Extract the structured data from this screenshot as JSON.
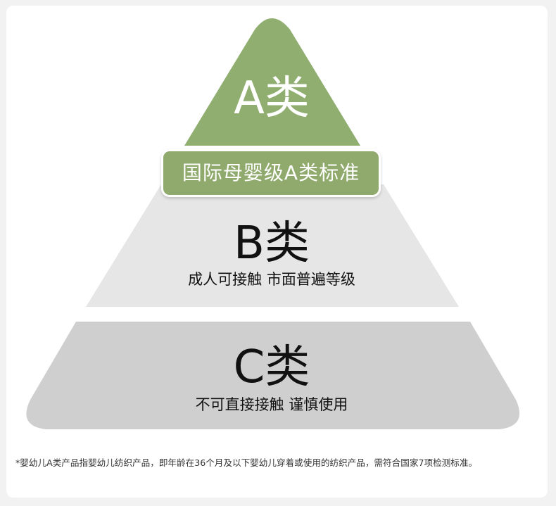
{
  "colors": {
    "tier_a": "#8fae6f",
    "tier_b": "#e6e6e6",
    "tier_c": "#cfcfcf",
    "badge": "#8faa6c"
  },
  "tiers": {
    "a": {
      "title": "A类"
    },
    "badge": {
      "text": "国际母婴级A类标准"
    },
    "b": {
      "title": "B类",
      "description": "成人可接触 市面普遍等级"
    },
    "c": {
      "title": "C类",
      "description": "不可直接接触 谨慎使用"
    }
  },
  "footnote": "*婴幼儿A类产品指婴幼儿纺织产品，即年龄在36个月及以下婴幼儿穿着或使用的纺织产品，需符合国家7项检测标准。"
}
